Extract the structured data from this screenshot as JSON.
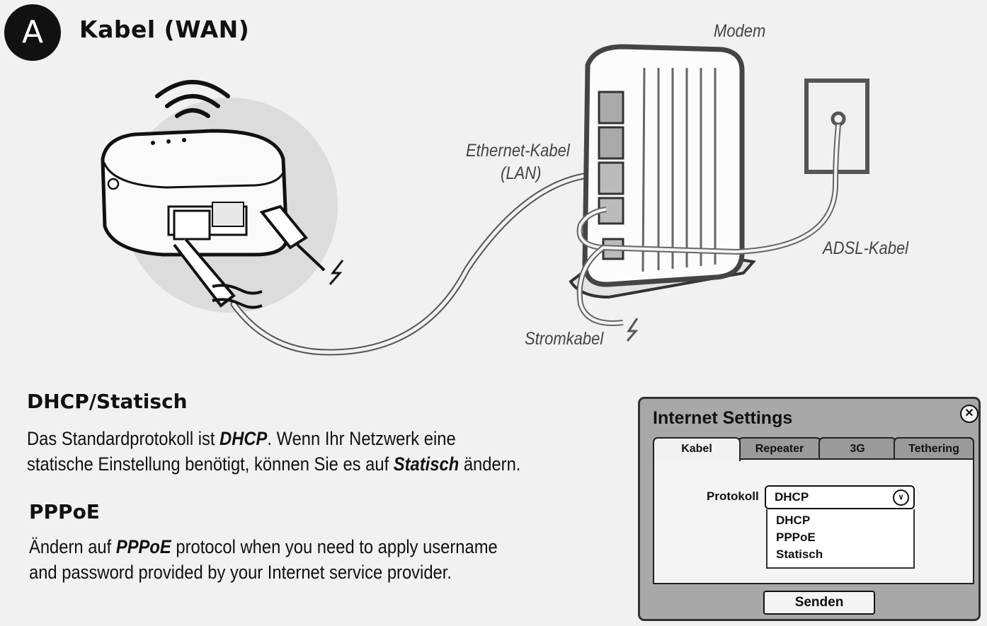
{
  "header": {
    "badge": "A",
    "title": "Kabel (WAN)"
  },
  "diagram": {
    "modem_label": "Modem",
    "ethernet_label_line1": "Ethernet-Kabel",
    "ethernet_label_line2": "(LAN)",
    "adsl_label": "ADSL-Kabel",
    "power_label": "Stromkabel"
  },
  "sections": {
    "dhcp": {
      "heading": "DHCP/Statisch",
      "line1_a": "Das Standardprotokoll ist ",
      "line1_em": "DHCP",
      "line1_b": ". Wenn Ihr Netzwerk eine",
      "line2_a": "statische Einstellung benötigt, können Sie es auf ",
      "line2_em": "Statisch",
      "line2_b": " ändern."
    },
    "pppoe": {
      "heading": "PPPoE",
      "line1_a": "Ändern auf ",
      "line1_em": "PPPoE",
      "line1_b": " protocol when you need to apply username",
      "line2": "and password provided by your Internet service provider."
    }
  },
  "settings": {
    "title": "Internet Settings",
    "close_icon": "close-circle-icon",
    "tabs": [
      {
        "label": "Kabel",
        "active": true
      },
      {
        "label": "Repeater",
        "active": false
      },
      {
        "label": "3G",
        "active": false
      },
      {
        "label": "Tethering",
        "active": false
      }
    ],
    "protocol_label": "Protokoll",
    "protocol_value": "DHCP",
    "dropdown_icon": "chevron-down-circle-icon",
    "options": [
      "DHCP",
      "PPPoE",
      "Statisch"
    ],
    "submit_label": "Senden"
  },
  "colors": {
    "background": "#f1f1f1",
    "window": "#a8a8a8",
    "ink": "#111111"
  }
}
